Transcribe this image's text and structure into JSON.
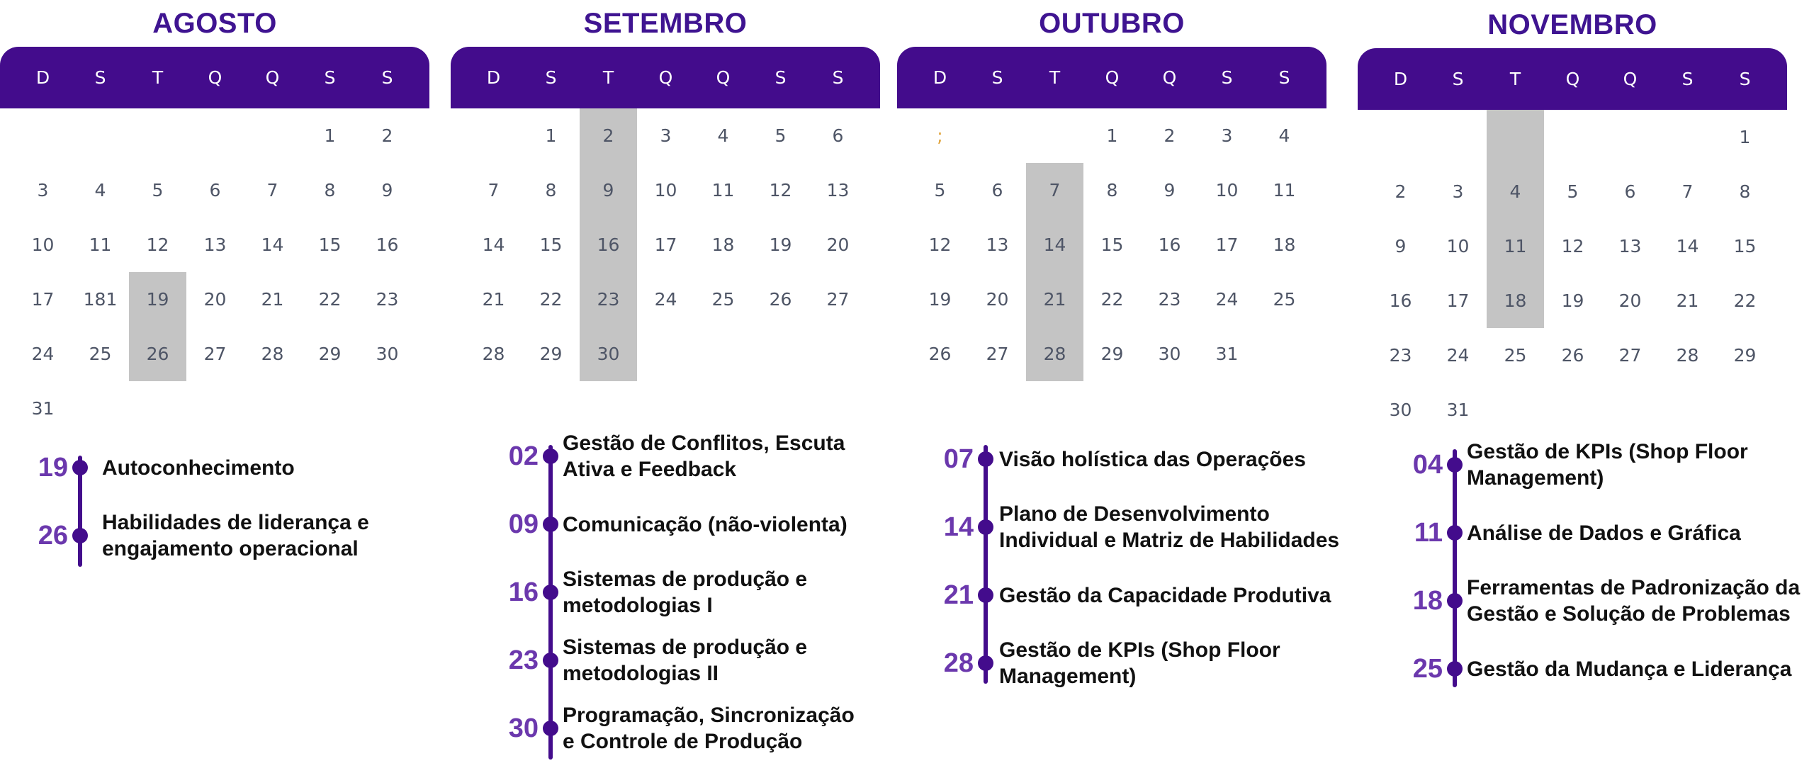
{
  "weekday_labels": [
    "D",
    "S",
    "T",
    "Q",
    "Q",
    "S",
    "S"
  ],
  "months": [
    {
      "name": "AGOSTO",
      "days": [
        "",
        "",
        "",
        "",
        "",
        "1",
        "2",
        "3",
        "4",
        "5",
        "6",
        "7",
        "8",
        "9",
        "10",
        "11",
        "12",
        "13",
        "14",
        "15",
        "16",
        "17",
        "181",
        "19",
        "20",
        "21",
        "22",
        "23",
        "24",
        "25",
        "26",
        "27",
        "28",
        "29",
        "30",
        "31"
      ],
      "sessions": [
        {
          "day": "19",
          "topic": "Autoconhecimento"
        },
        {
          "day": "26",
          "topic": "Habilidades de liderança e engajamento operacional"
        }
      ]
    },
    {
      "name": "SETEMBRO",
      "days": [
        "",
        "1",
        "2",
        "3",
        "4",
        "5",
        "6",
        "7",
        "8",
        "9",
        "10",
        "11",
        "12",
        "13",
        "14",
        "15",
        "16",
        "17",
        "18",
        "19",
        "20",
        "21",
        "22",
        "23",
        "24",
        "25",
        "26",
        "27",
        "28",
        "29",
        "30"
      ],
      "sessions": [
        {
          "day": "02",
          "topic": "Gestão de Conflitos, Escuta Ativa e Feedback"
        },
        {
          "day": "09",
          "topic": "Comunicação  (não-violenta)"
        },
        {
          "day": "16",
          "topic": "Sistemas de produção e metodologias I"
        },
        {
          "day": "23",
          "topic": "Sistemas de produção e metodologias II"
        },
        {
          "day": "30",
          "topic": "Programação, Sincronização e Controle de Produção"
        }
      ]
    },
    {
      "name": "OUTUBRO",
      "days": [
        ";",
        "",
        "",
        "1",
        "2",
        "3",
        "4",
        "5",
        "6",
        "7",
        "8",
        "9",
        "10",
        "11",
        "12",
        "13",
        "14",
        "15",
        "16",
        "17",
        "18",
        "19",
        "20",
        "21",
        "22",
        "23",
        "24",
        "25",
        "26",
        "27",
        "28",
        "29",
        "30",
        "31"
      ],
      "sessions": [
        {
          "day": "07",
          "topic": "Visão holística das Operações"
        },
        {
          "day": "14",
          "topic": "Plano de Desenvolvimento Individual e Matriz de Habilidades"
        },
        {
          "day": "21",
          "topic": "Gestão da Capacidade Produtiva"
        },
        {
          "day": "28",
          "topic": "Gestão de KPIs (Shop Floor Management)"
        }
      ]
    },
    {
      "name": "NOVEMBRO",
      "days": [
        "",
        "",
        "",
        "",
        "",
        "",
        "1",
        "2",
        "3",
        "4",
        "5",
        "6",
        "7",
        "8",
        "9",
        "10",
        "11",
        "12",
        "13",
        "14",
        "15",
        "16",
        "17",
        "18",
        "19",
        "20",
        "21",
        "22",
        "23",
        "24",
        "25",
        "26",
        "27",
        "28",
        "29",
        "30",
        "31"
      ],
      "sessions": [
        {
          "day": "04",
          "topic": "Gestão de KPIs (Shop Floor Management)"
        },
        {
          "day": "11",
          "topic": "Análise de Dados e Gráfica"
        },
        {
          "day": "18",
          "topic": "Ferramentas de Padronização da Gestão e Solução de Problemas"
        },
        {
          "day": "25",
          "topic": "Gestão da Mudança e Liderança"
        }
      ]
    }
  ]
}
